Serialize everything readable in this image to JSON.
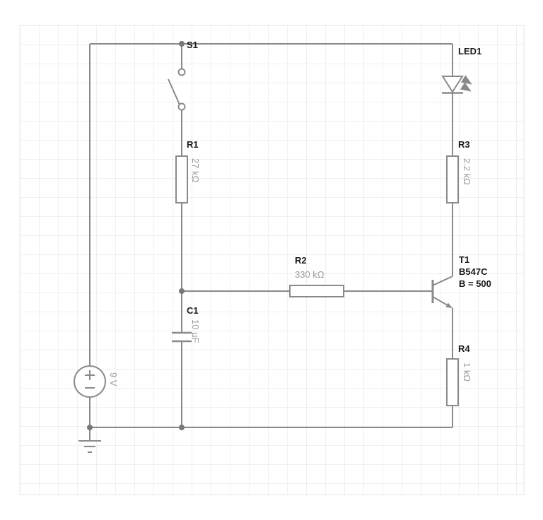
{
  "app": {
    "name": "circuit-schematic"
  },
  "colors": {
    "wire": "#8a8a8a",
    "component_outline": "#8a8a8a",
    "label_text": "#1a1a1a",
    "value_text": "#9c9c9c",
    "led_fill": "#3dd00a",
    "grid_line": "#e2e2e2",
    "background": "#ffffff"
  },
  "components": {
    "v1": {
      "kind": "dc-voltage-source",
      "value": "9 V"
    },
    "s1": {
      "kind": "switch-open",
      "label": "S1"
    },
    "r1": {
      "kind": "resistor",
      "label": "R1",
      "value": "27 kΩ"
    },
    "r2": {
      "kind": "resistor",
      "label": "R2",
      "value": "330 kΩ"
    },
    "r3": {
      "kind": "resistor",
      "label": "R3",
      "value": "2.2 kΩ"
    },
    "r4": {
      "kind": "resistor",
      "label": "R4",
      "value": "1 kΩ"
    },
    "c1": {
      "kind": "capacitor",
      "label": "C1",
      "value": "10 µF"
    },
    "t1": {
      "kind": "npn-transistor",
      "label": "T1",
      "part": "B547C",
      "gain": "B = 500"
    },
    "led1": {
      "kind": "led-green",
      "label": "LED1"
    },
    "gnd": {
      "kind": "ground"
    }
  }
}
